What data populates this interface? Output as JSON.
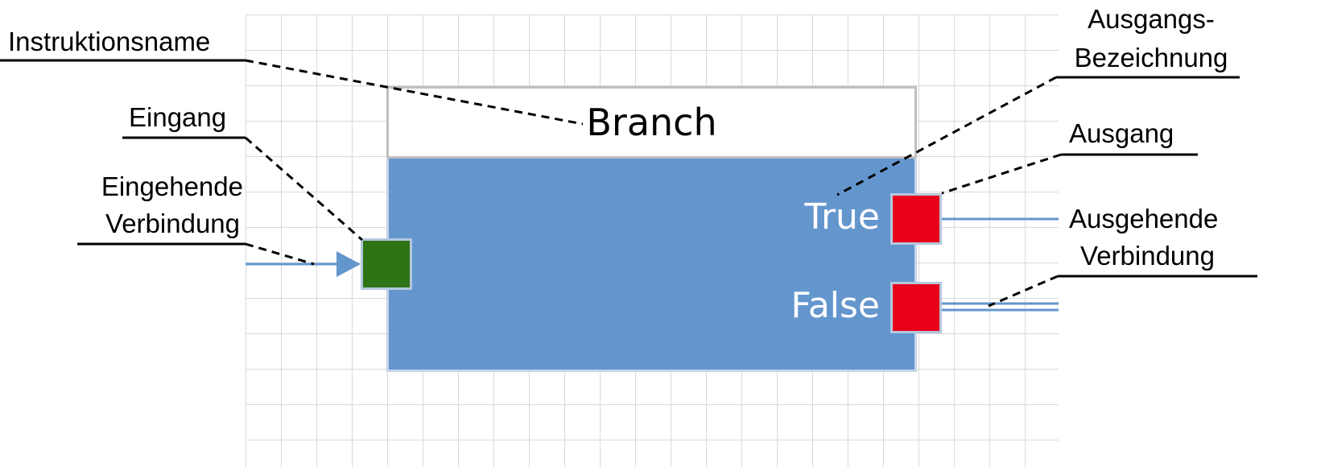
{
  "block": {
    "title": "Branch",
    "outputs": [
      {
        "label": "True"
      },
      {
        "label": "False"
      }
    ]
  },
  "callouts": {
    "instruction_name": "Instruktionsname",
    "input": "Eingang",
    "incoming_line1": "Eingehende",
    "incoming_line2": "Verbindung",
    "output_label_line1": "Ausgangs-",
    "output_label_line2": "Bezeichnung",
    "output": "Ausgang",
    "outgoing_line1": "Ausgehende",
    "outgoing_line2": "Verbindung"
  },
  "colors": {
    "block_body": "#6496ce",
    "input_port": "#2e7417",
    "output_port": "#e8001b",
    "connection": "#6496ce",
    "grid": "#d9d9d9"
  }
}
